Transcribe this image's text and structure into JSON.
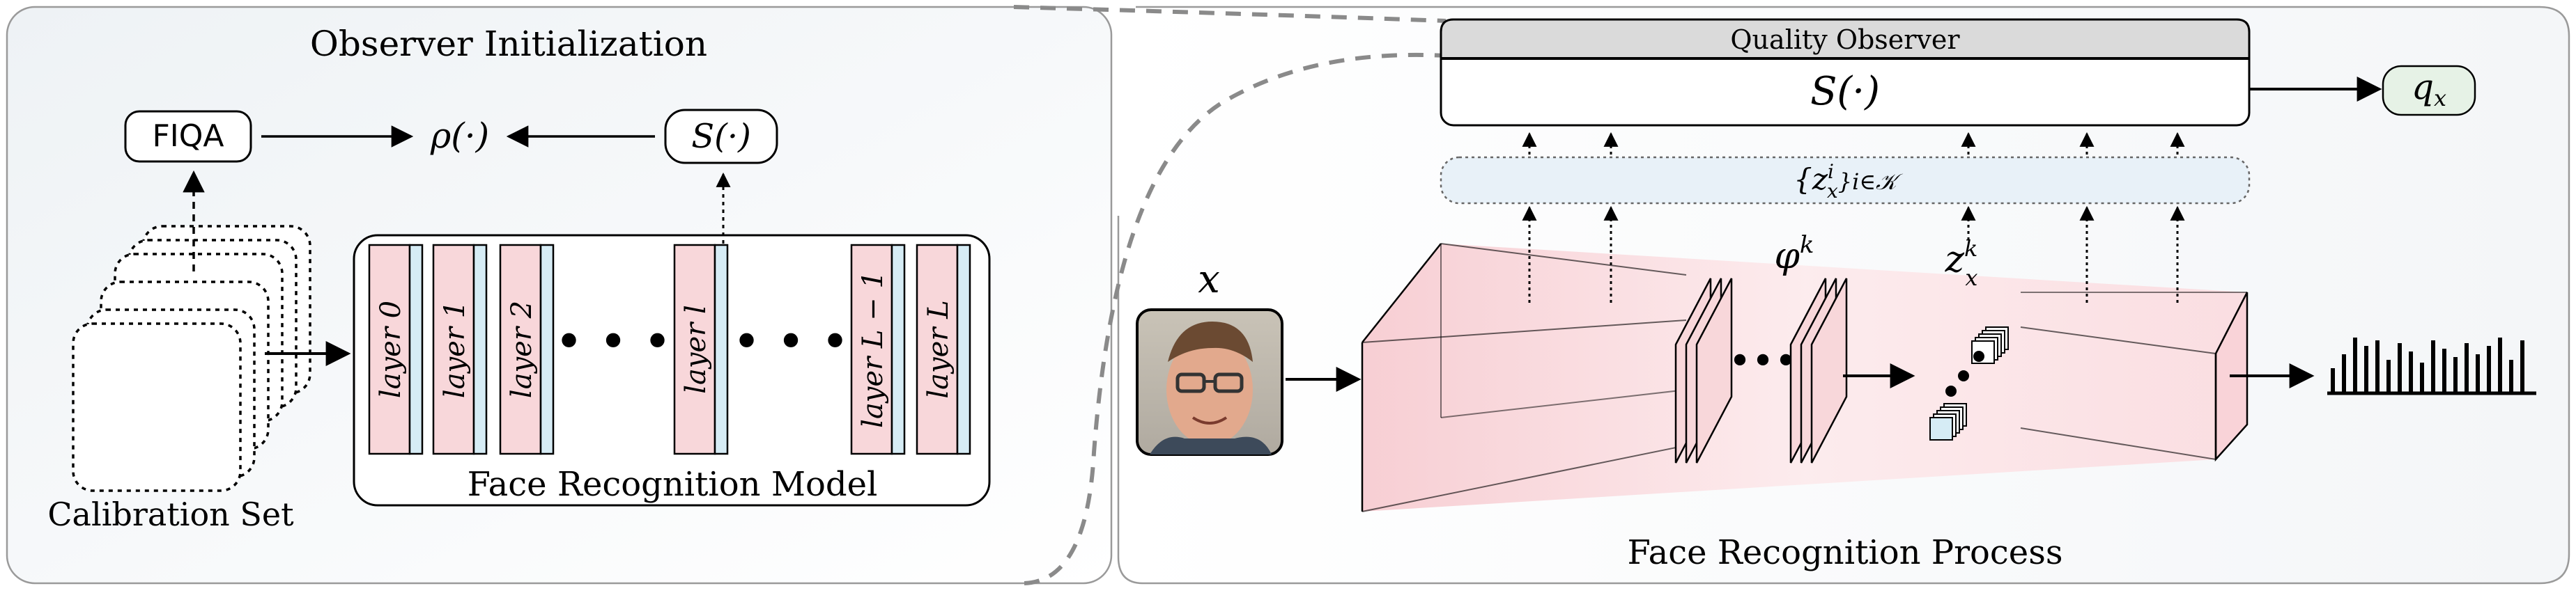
{
  "left_panel": {
    "title": "Observer Initialization",
    "fiqa_label": "FIQA",
    "rho_label": "ρ(·)",
    "s_label": "S(·)",
    "calibration_label": "Calibration Set",
    "model_label": "Face Recognition Model",
    "layers": [
      "layer 0",
      "layer 1",
      "layer 2",
      "layer l",
      "layer L − 1",
      "layer L"
    ],
    "ellipsis": "• • •"
  },
  "right_panel": {
    "observer_header": "Quality Observer",
    "observer_fn": "S(·)",
    "output_label": "q",
    "output_sub": "x",
    "embeddings_label": "{z",
    "embeddings_sup": "i",
    "embeddings_sub": "x",
    "embeddings_index": "}i∈𝒦",
    "input_label": "x",
    "phi_label": "φ",
    "phi_sup": "k",
    "z_label": "z",
    "z_sup": "k",
    "z_sub": "x",
    "process_label": "Face Recognition Process"
  },
  "colors": {
    "layer_pink": "#f8d7da",
    "layer_blue": "#d6ecf5",
    "panel_bg": "#f2f5f7",
    "embed_bg": "#e8f1f8",
    "output_bg": "#e6f2e6"
  },
  "icons": {
    "face_photo": "face-photo",
    "histogram": "embedding-histogram-icon"
  },
  "histogram_values": [
    0.45,
    0.7,
    1.0,
    0.85,
    0.95,
    0.6,
    0.9,
    0.75,
    0.55,
    0.95,
    0.8,
    0.65,
    0.9,
    0.7,
    0.85,
    1.0,
    0.6,
    0.95
  ]
}
